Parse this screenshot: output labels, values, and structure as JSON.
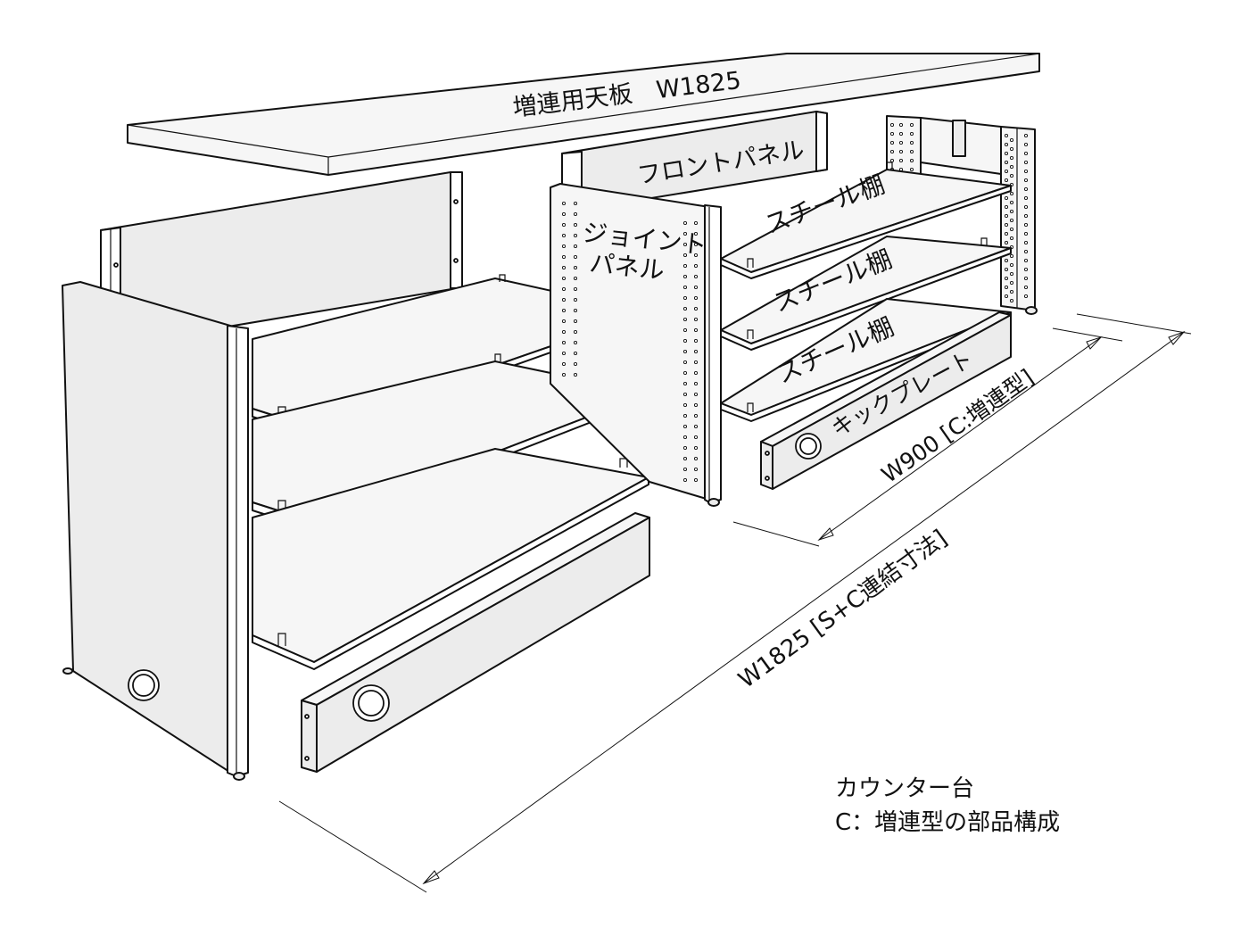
{
  "labels": {
    "top_board": "増連用天板　W1825",
    "front_panel": "フロントパネル",
    "joint_panel_line1": "ジョイント",
    "joint_panel_line2": "パネル",
    "steel_shelf_1": "スチール棚",
    "steel_shelf_2": "スチール棚",
    "steel_shelf_3": "スチール棚",
    "kick_plate": "キックプレート",
    "dim_w900": "W900 [C:増連型]",
    "dim_w1825": "W1825 [S+C連結寸法]"
  },
  "caption": {
    "line1": "カウンター台",
    "line2": "C：増連型の部品構成"
  }
}
